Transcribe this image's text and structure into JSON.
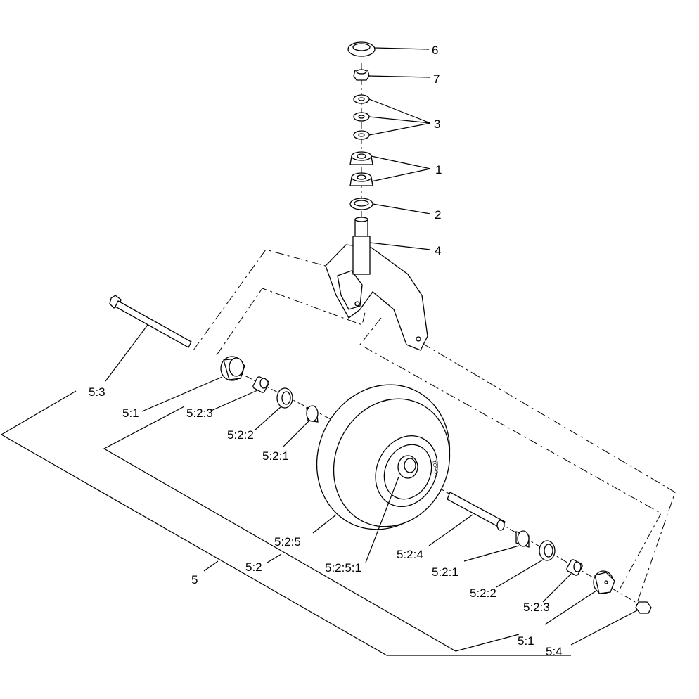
{
  "callouts": {
    "c6": "6",
    "c7": "7",
    "c3": "3",
    "c1": "1",
    "c2": "2",
    "c4": "4",
    "c5_3": "5:3",
    "c5_1_left": "5:1",
    "c5_2_3_left": "5:2:3",
    "c5_2_2_left": "5:2:2",
    "c5_2_1_left": "5:2:1",
    "c5_2_5": "5:2:5",
    "c5_2_5_1": "5:2:5:1",
    "c5_2_4": "5:2:4",
    "c5_2_1_right": "5:2:1",
    "c5_2_2_right": "5:2:2",
    "c5_2_3_right": "5:2:3",
    "c5_1_right": "5:1",
    "c5_4": "5:4",
    "c5": "5",
    "c5_2": "5:2"
  },
  "tire_sidewall_mark": "TORO"
}
